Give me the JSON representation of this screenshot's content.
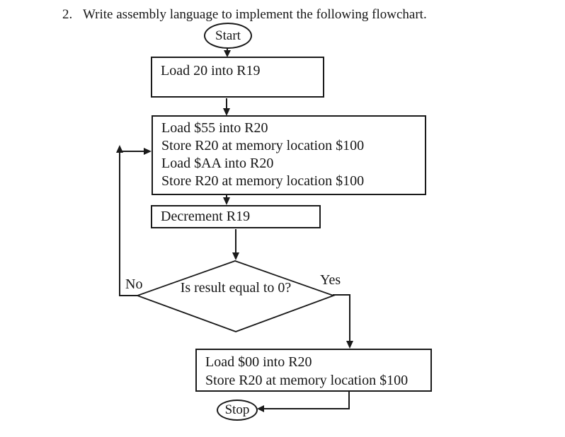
{
  "page": {
    "title_number": "2.",
    "title": "Write assembly language to implement the following flowchart."
  },
  "flowchart": {
    "start": {
      "label": "Start"
    },
    "box_load20": {
      "lines": [
        "Load 20 into R19"
      ]
    },
    "box_loop": {
      "lines": [
        "Load $55 into R20",
        "Store R20 at memory location $100",
        "Load $AA into R20",
        "Store R20 at memory location $100"
      ]
    },
    "box_decrement": {
      "lines": [
        "Decrement R19"
      ]
    },
    "decision": {
      "label": "Is result equal to 0?",
      "no_label": "No",
      "yes_label": "Yes"
    },
    "box_final": {
      "lines": [
        "Load $00 into R20",
        "Store R20 at memory location $100"
      ]
    },
    "stop": {
      "label": "Stop"
    }
  },
  "colors": {
    "ink": "#1a1a1a",
    "background": "#ffffff"
  }
}
